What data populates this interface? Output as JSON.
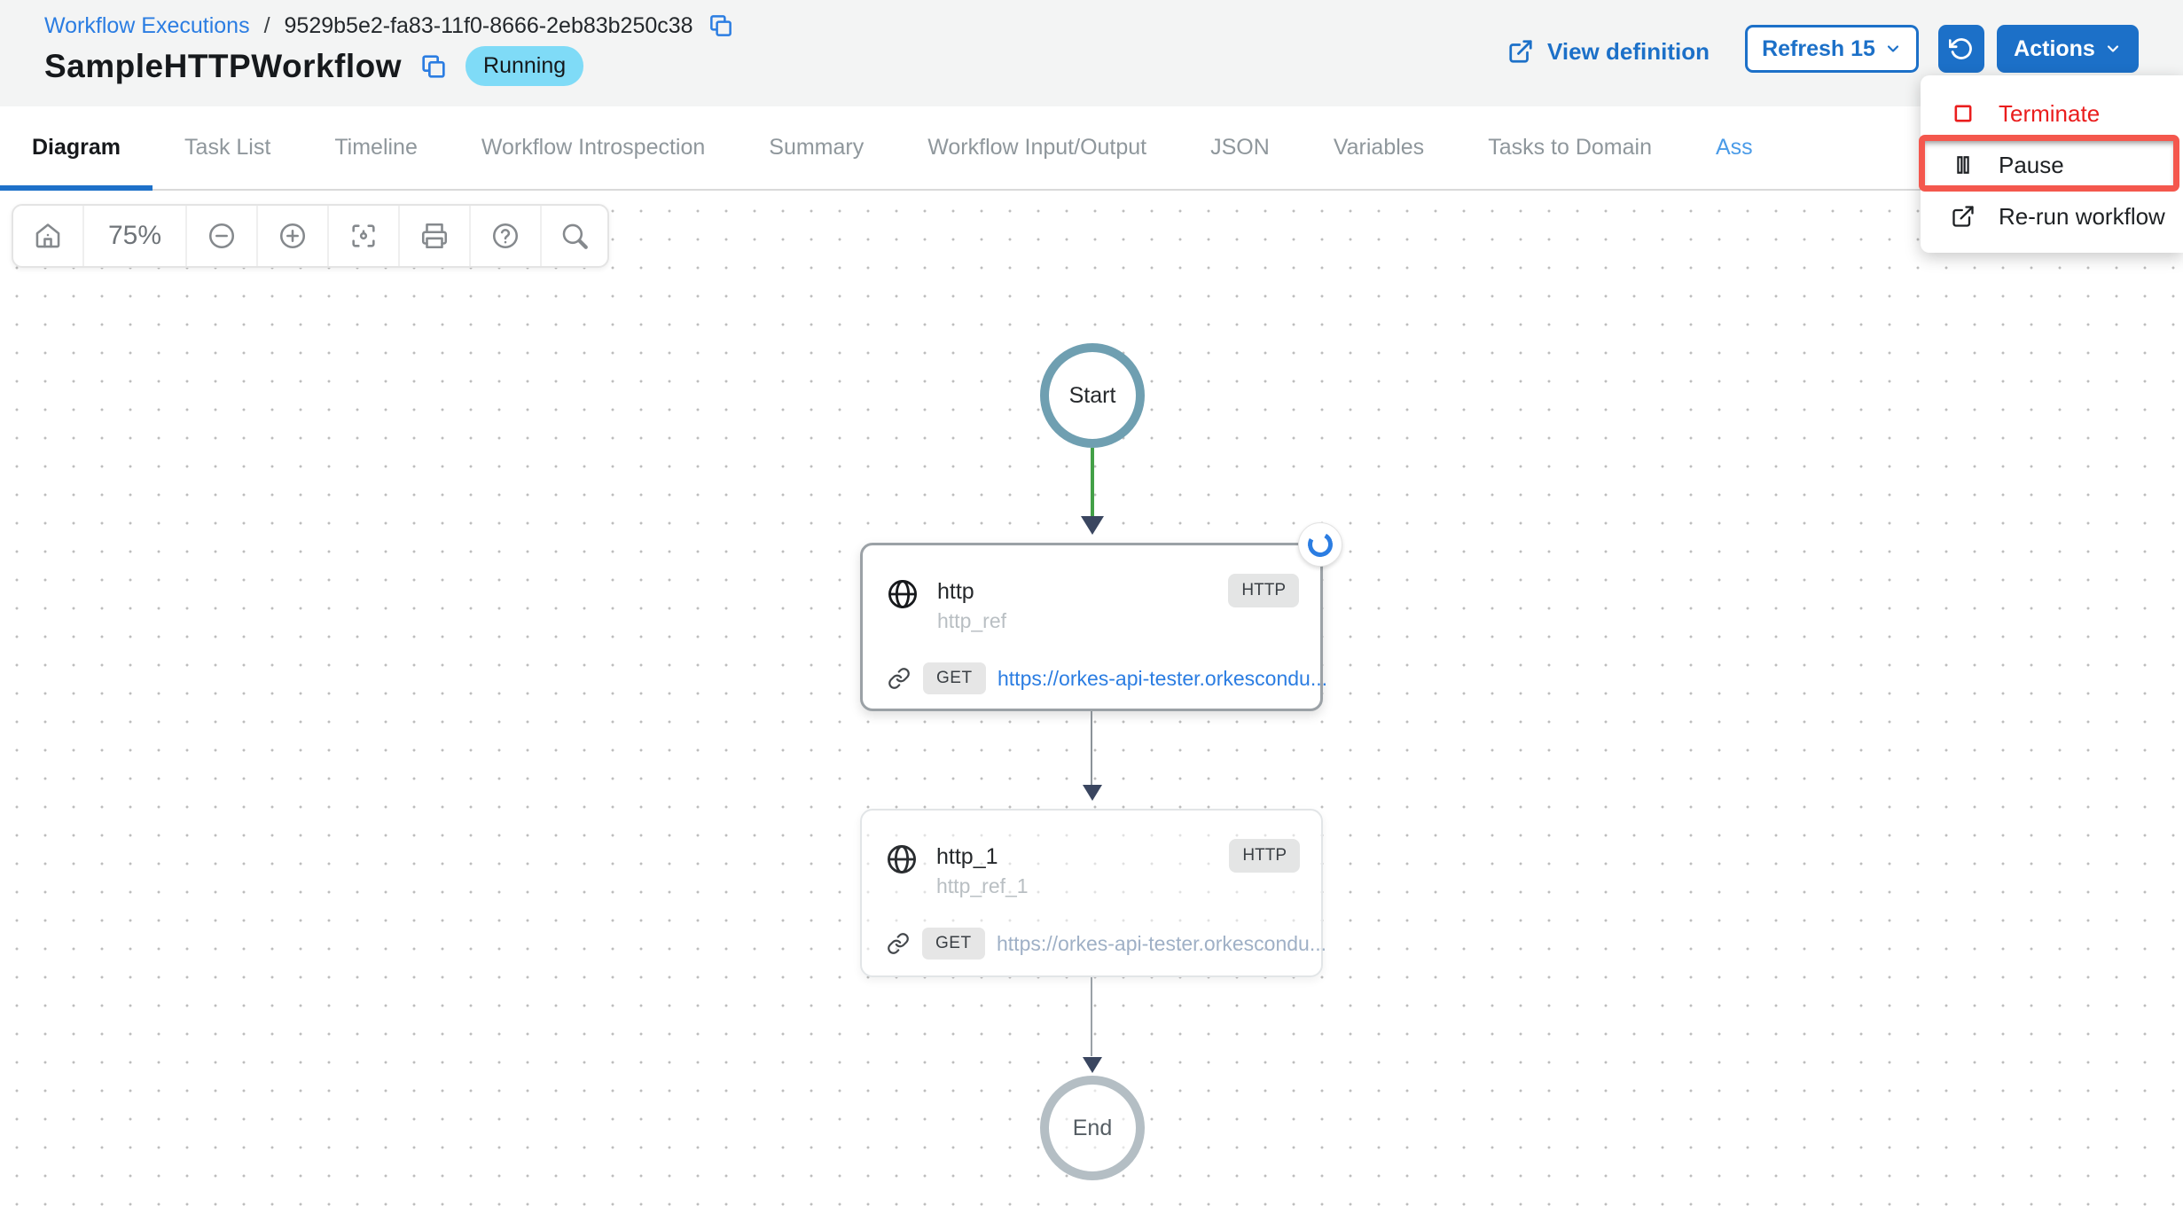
{
  "breadcrumb": {
    "root_label": "Workflow Executions",
    "separator": "/",
    "execution_id": "9529b5e2-fa83-11f0-8666-2eb83b250c38"
  },
  "header": {
    "title": "SampleHTTPWorkflow",
    "status_badge": "Running",
    "view_definition_label": "View definition",
    "refresh_label": "Refresh 15",
    "actions_label": "Actions"
  },
  "tabs": [
    {
      "label": "Diagram",
      "active": true
    },
    {
      "label": "Task List",
      "active": false
    },
    {
      "label": "Timeline",
      "active": false
    },
    {
      "label": "Workflow Introspection",
      "active": false
    },
    {
      "label": "Summary",
      "active": false
    },
    {
      "label": "Workflow Input/Output",
      "active": false
    },
    {
      "label": "JSON",
      "active": false
    },
    {
      "label": "Variables",
      "active": false
    },
    {
      "label": "Tasks to Domain",
      "active": false
    },
    {
      "label": "Ass",
      "active": false,
      "truncated": true
    }
  ],
  "actions_menu": {
    "items": [
      {
        "label": "Terminate",
        "icon": "stop-icon",
        "danger": true,
        "highlighted": false
      },
      {
        "label": "Pause",
        "icon": "pause-icon",
        "danger": false,
        "highlighted": true
      },
      {
        "label": "Re-run workflow",
        "icon": "external-link-icon",
        "danger": false,
        "highlighted": false
      }
    ]
  },
  "toolbar": {
    "zoom_level": "75%",
    "icons": [
      "home-icon",
      "zoom-out-icon",
      "zoom-in-icon",
      "fit-view-icon",
      "print-icon",
      "help-icon",
      "search-icon"
    ]
  },
  "diagram": {
    "start_label": "Start",
    "end_label": "End",
    "tasks": [
      {
        "name": "http",
        "ref": "http_ref",
        "type_badge": "HTTP",
        "method_badge": "GET",
        "url": "https://orkes-api-tester.orkescondu...",
        "state": "in-progress"
      },
      {
        "name": "http_1",
        "ref": "http_ref_1",
        "type_badge": "HTTP",
        "method_badge": "GET",
        "url": "https://orkes-api-tester.orkescondu...",
        "state": "pending"
      }
    ]
  },
  "colors": {
    "accent_blue": "#1c70c8",
    "link_blue": "#2b7de2",
    "running_badge_bg": "#7fdbf7",
    "highlight_red": "#f4574d",
    "danger_red": "#ea1d1d",
    "success_green": "#43a047",
    "start_node_border": "#6f9fb1",
    "end_node_border": "#b4bec4",
    "arrow_navy": "#3a4660",
    "header_bg": "#f3f4f4"
  }
}
